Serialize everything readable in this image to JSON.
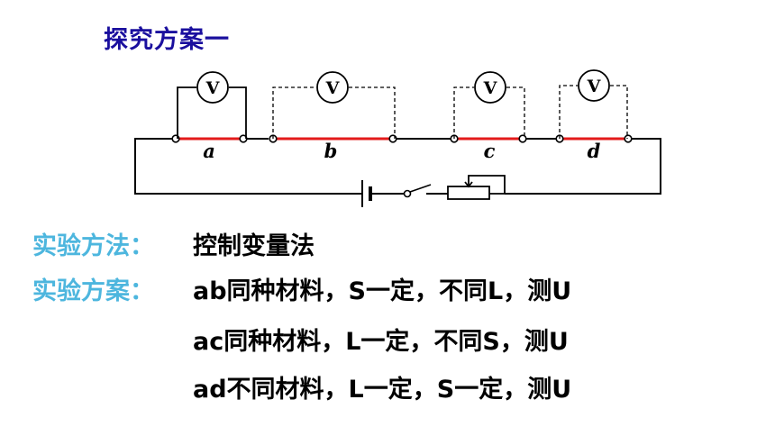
{
  "title": "探究方案一",
  "circuit": {
    "segments": [
      {
        "label": "a"
      },
      {
        "label": "b"
      },
      {
        "label": "c"
      },
      {
        "label": "d"
      }
    ],
    "voltmeter_symbol": "V",
    "colors": {
      "wire": "#000000",
      "resistance_wire": "#e31b1b"
    }
  },
  "method": {
    "label": "实验方法：",
    "value": "控制变量法"
  },
  "plan": {
    "label": "实验方案：",
    "items": [
      "ab同种材料，S一定，不同L，测U",
      "ac同种材料，L一定，不同S，测U",
      "ad不同材料，L一定，S一定，测U"
    ]
  },
  "colors": {
    "title": "#1a0f9e",
    "label": "#4db6de",
    "text": "#000000"
  }
}
